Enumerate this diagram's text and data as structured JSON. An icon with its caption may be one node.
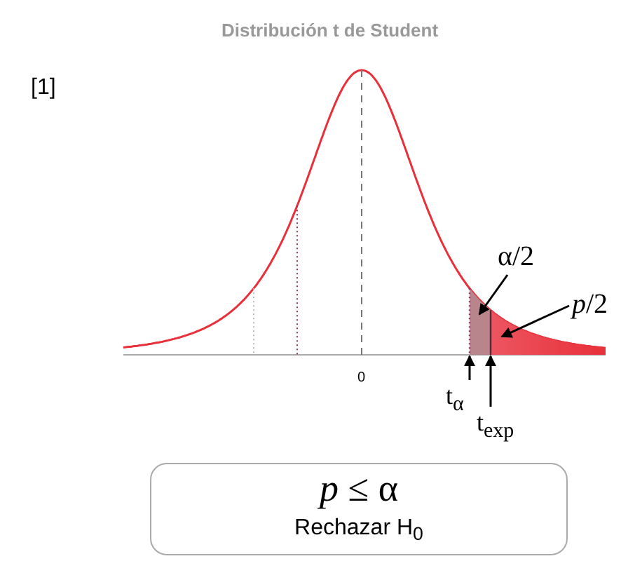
{
  "diagram": {
    "title": "Distribución t de Student",
    "nodes": [
      {
        "text": [
          "*p* ≤ α",
          "Rechazar H$_{0}$"
        ]
      },
      {
        "text": [
          "α/2"
        ]
      },
      {
        "text": [
          "*p*/2"
        ]
      },
      {
        "text": [
          "t$_{α}$"
        ]
      },
      {
        "text": [
          "t$_{exp}$"
        ]
      },
      {
        "text": [],
        "shape": "line"
      },
      {
        "text": [],
        "shape": "area"
      },
      {
        "text": [],
        "shape": "line"
      },
      {
        "text": [],
        "shape": "area"
      }
    ],
    "edges": [
      {
        "from": 1,
        "to": 6,
        "arrow": "to"
      },
      {
        "from": 2,
        "to": 8,
        "arrow": "to"
      },
      {
        "from": 3,
        "to": 5,
        "arrow": "to"
      },
      {
        "from": 4,
        "to": 7,
        "arrow": "to"
      }
    ],
    "labels": [
      "[1]",
      "0"
    ]
  }
}
